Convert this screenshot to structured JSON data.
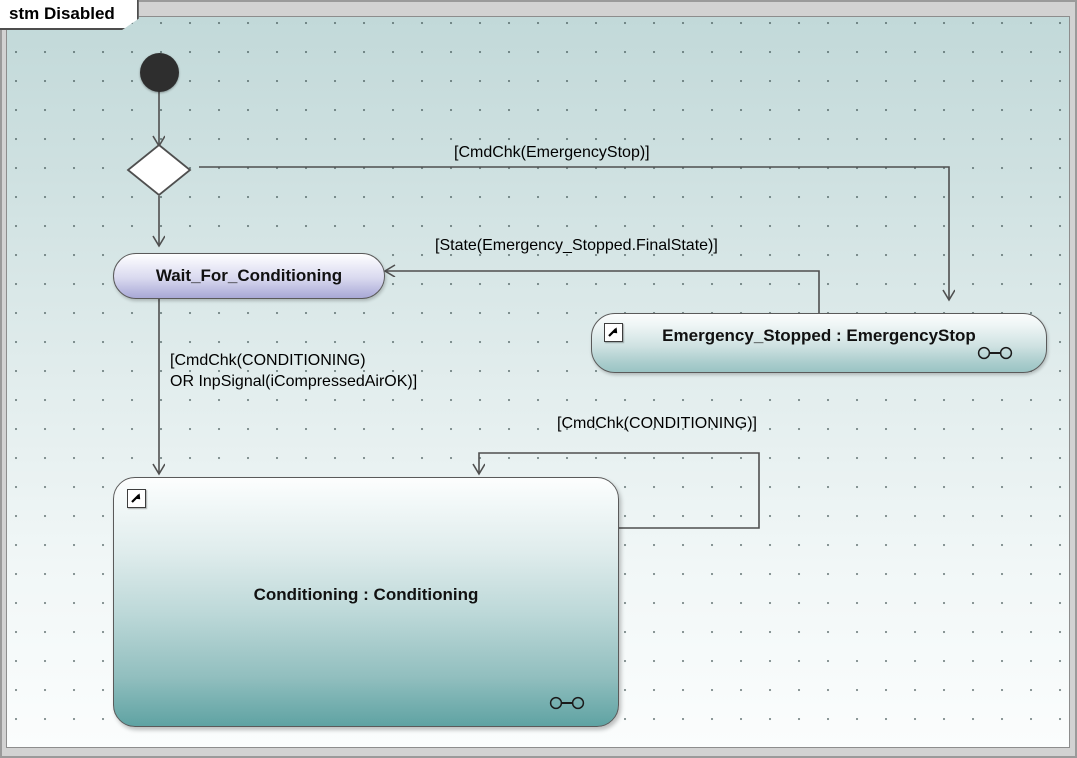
{
  "diagram": {
    "frame_label": "stm Disabled",
    "kind": "uml-state-machine"
  },
  "nodes": {
    "initial": {
      "name": "initial-node",
      "icon": "filled-circle-icon"
    },
    "decision": {
      "name": "decision-node",
      "icon": "diamond-icon"
    },
    "wait_for_conditioning": {
      "title": "Wait_For_Conditioning",
      "fill_top": "#ffffff",
      "fill_bottom": "#a9a9d6"
    },
    "emergency_stopped": {
      "title": "Emergency_Stopped : EmergencyStop",
      "ref_icon": "submachine-ref-icon",
      "indicator_icon": "submachine-indicator-icon",
      "fill_top": "#fbfdfd",
      "fill_bottom": "#9ac4c4"
    },
    "conditioning": {
      "title": "Conditioning : Conditioning",
      "ref_icon": "submachine-ref-icon",
      "indicator_icon": "submachine-indicator-icon",
      "fill_top": "#fdfefe",
      "fill_bottom": "#5fa3a3"
    }
  },
  "transitions": {
    "to_emergency": {
      "guard": "[CmdChk(EmergencyStop)]",
      "from": "decision-node",
      "to": "emergency-stopped-state"
    },
    "emergency_return": {
      "guard": "[State(Emergency_Stopped.FinalState)]",
      "from": "emergency-stopped-state",
      "to": "wait-for-conditioning-state"
    },
    "to_conditioning": {
      "guard_line1": "[CmdChk(CONDITIONING)",
      "guard_line2": "OR InpSignal(iCompressedAirOK)]",
      "from": "wait-for-conditioning-state",
      "to": "conditioning-state"
    },
    "conditioning_self": {
      "guard": "[CmdChk(CONDITIONING)]",
      "from": "conditioning-state",
      "to": "conditioning-state"
    }
  },
  "colors": {
    "canvas_top": "#c2d9d9",
    "canvas_bottom": "#fbfdfd",
    "line": "#4f4f4f",
    "text": "#000000"
  }
}
